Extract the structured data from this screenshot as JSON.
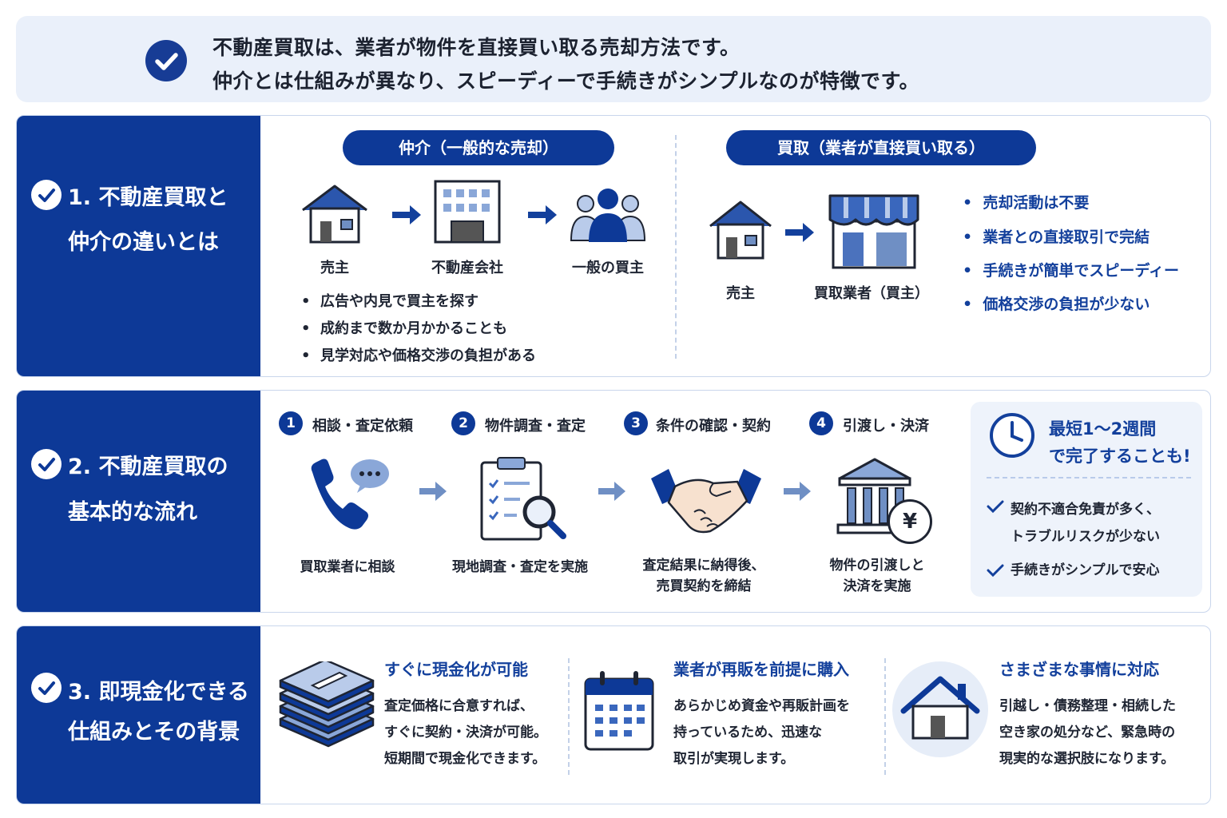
{
  "banner": {
    "line1": "不動産買取は、業者が物件を直接買い取る売却方法です。",
    "line2": "仲介とは仕組みが異なり、スピーディーで手続きがシンプルなのが特徴です。"
  },
  "section1": {
    "title_line1": "1. 不動産買取と",
    "title_line2": "仲介の違いとは",
    "chukai": {
      "pill": "仲介（一般的な売却）",
      "labels": [
        "売主",
        "不動産会社",
        "一般の買主"
      ],
      "bullets": [
        "広告や内見で買主を探す",
        "成約まで数か月かかることも",
        "見学対応や価格交渉の負担がある"
      ]
    },
    "kaitori": {
      "pill": "買取（業者が直接買い取る）",
      "labels": [
        "売主",
        "買取業者（買主）"
      ],
      "bullets": [
        "売却活動は不要",
        "業者との直接取引で完結",
        "手続きが簡単でスピーディー",
        "価格交渉の負担が少ない"
      ]
    }
  },
  "section2": {
    "title_line1": "2. 不動産買取の",
    "title_line2": "基本的な流れ",
    "steps": [
      {
        "num": "1",
        "label": "相談・査定依頼",
        "desc1": "買取業者に相談",
        "desc2": ""
      },
      {
        "num": "2",
        "label": "物件調査・査定",
        "desc1": "現地調査・査定を実施",
        "desc2": ""
      },
      {
        "num": "3",
        "label": "条件の確認・契約",
        "desc1": "査定結果に納得後、",
        "desc2": "売買契約を締結"
      },
      {
        "num": "4",
        "label": "引渡し・決済",
        "desc1": "物件の引渡しと",
        "desc2": "決済を実施"
      }
    ],
    "highlight": {
      "title1": "最短1〜2週間",
      "title2": "で完了することも!",
      "check1_line1": "契約不適合免責が多く、",
      "check1_line2": "トラブルリスクが少ない",
      "check2": "手続きがシンプルで安心"
    },
    "yen": "¥"
  },
  "section3": {
    "title_line1": "3. 即現金化できる",
    "title_line2": "仕組みとその背景",
    "features": [
      {
        "title": "すぐに現金化が可能",
        "lines": [
          "査定価格に合意すれば、",
          "すぐに契約・決済が可能。",
          "短期間で現金化できます。"
        ]
      },
      {
        "title": "業者が再販を前提に購入",
        "lines": [
          "あらかじめ資金や再販計画を",
          "持っているため、迅速な",
          "取引が実現します。"
        ]
      },
      {
        "title": "さまざまな事情に対応",
        "lines": [
          "引越し・債務整理・相続した",
          "空き家の処分など、緊急時の",
          "現実的な選択肢になります。"
        ]
      }
    ]
  },
  "colors": {
    "primary": "#0d3997",
    "accent": "#13409c",
    "light": "#eaf0fa",
    "arrow": "#6f8fc4"
  }
}
